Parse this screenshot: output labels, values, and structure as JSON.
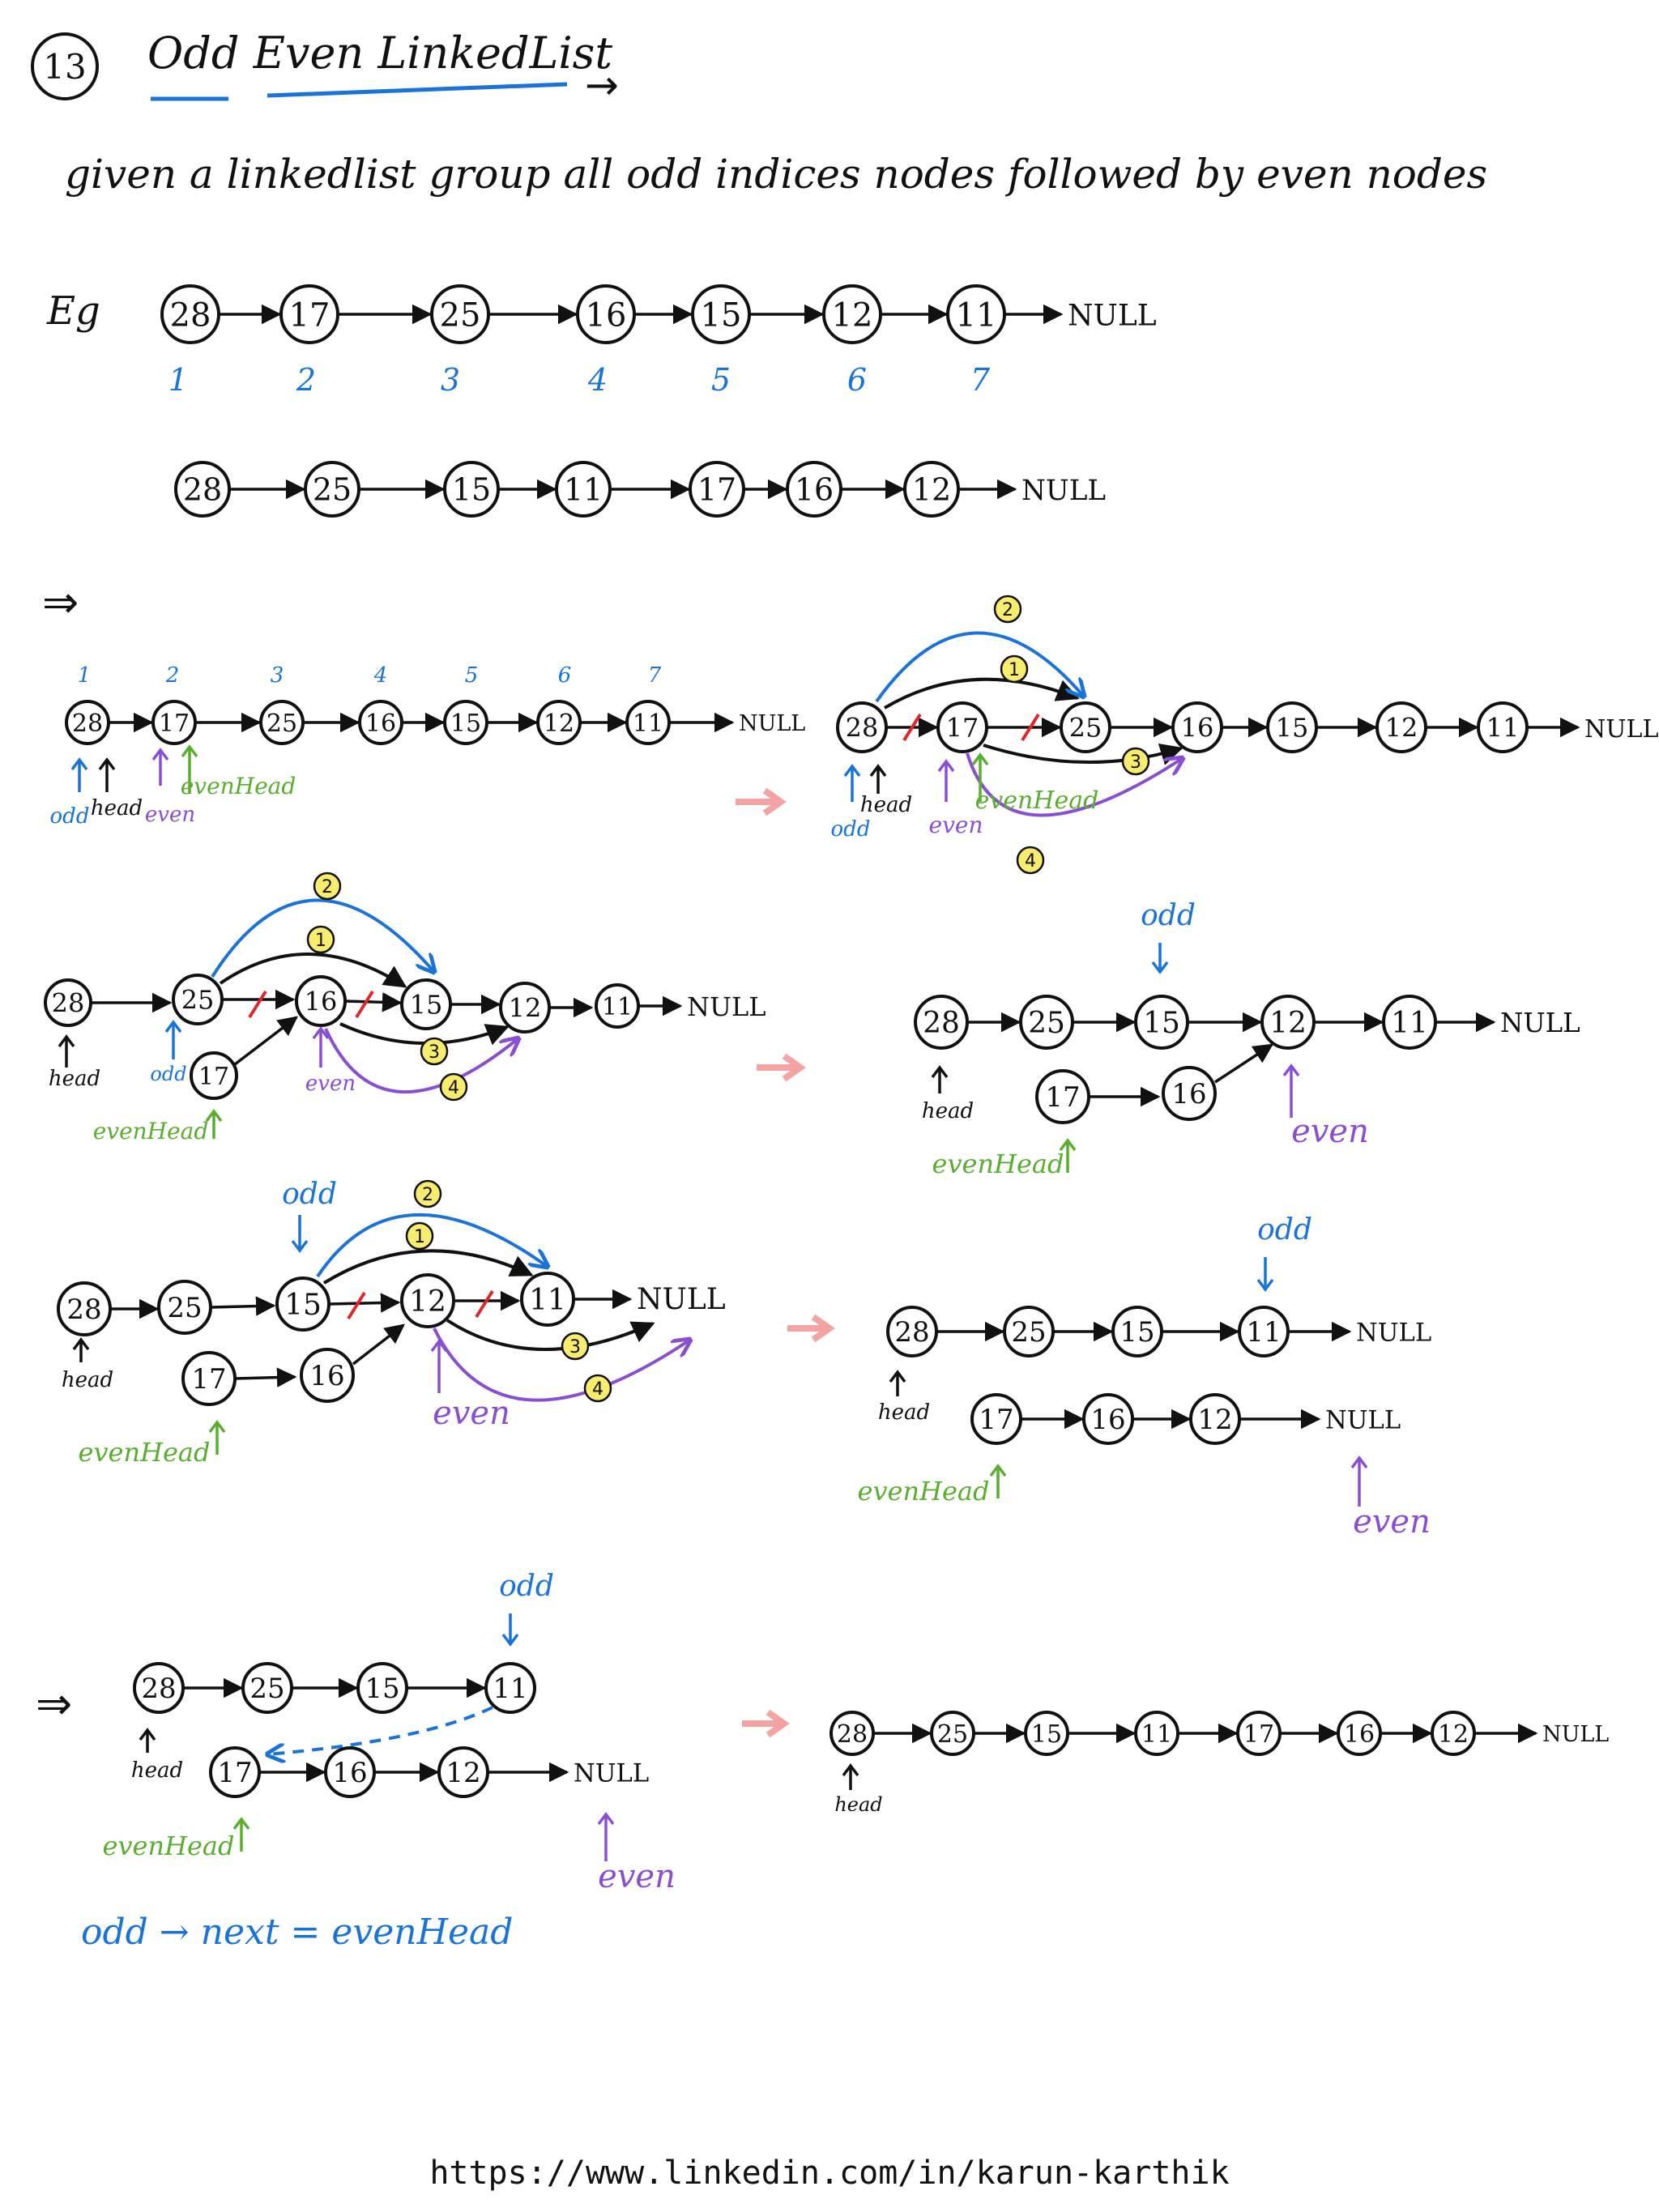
{
  "colors": {
    "ink": "#111111",
    "blue": "#1a73d9",
    "green": "#5aae2f",
    "purple": "#8a4fd0",
    "red": "#e0262d",
    "yellow": "#f7ec6e",
    "pink": "#f4a3a3"
  },
  "header": {
    "number": "13",
    "title": "Odd Even LinkedList",
    "title_arrow": "→",
    "description": "given a linkedlist group all odd indices nodes followed by even nodes"
  },
  "example": {
    "label": "Eg",
    "input_nodes": [
      "28",
      "17",
      "25",
      "16",
      "15",
      "12",
      "11"
    ],
    "indices": [
      "1",
      "2",
      "3",
      "4",
      "5",
      "6",
      "7"
    ],
    "output_nodes": [
      "28",
      "25",
      "15",
      "11",
      "17",
      "16",
      "12"
    ],
    "null_label": "NULL"
  },
  "labels": {
    "implies": "⇒",
    "odd": "odd",
    "even": "even",
    "head": "head",
    "evenHead": "evenHead",
    "null": "NULL",
    "step_1": "1",
    "step_2": "2",
    "step_3": "3",
    "step_4": "4",
    "final_formula": "odd → next = evenHead"
  },
  "footer": {
    "url": "https://www.linkedin.com/in/karun-karthik"
  }
}
